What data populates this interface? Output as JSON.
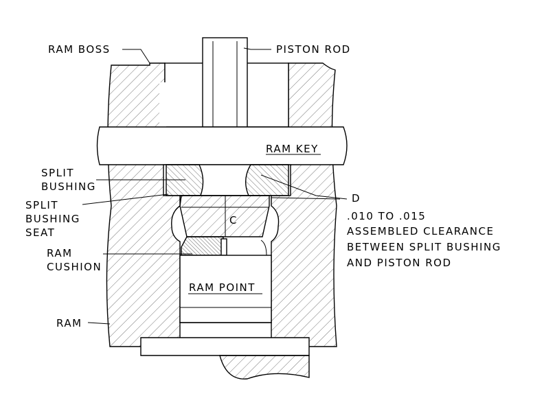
{
  "labels": {
    "ram_boss": "RAM BOSS",
    "piston_rod": "PISTON ROD",
    "ram_key": "RAM KEY",
    "split_bushing_1": "SPLIT",
    "split_bushing_2": "BUSHING",
    "seat_1": "SPLIT",
    "seat_2": "BUSHING",
    "seat_3": "SEAT",
    "d": "D",
    "clearance_1": ".010 TO .015",
    "clearance_2": "ASSEMBLED CLEARANCE",
    "clearance_3": "BETWEEN SPLIT BUSHING",
    "clearance_4": "AND PISTON ROD",
    "c": "C",
    "ram_cushion_1": "RAM",
    "ram_cushion_2": "CUSHION",
    "ram_point": "RAM POINT",
    "ram": "RAM"
  }
}
